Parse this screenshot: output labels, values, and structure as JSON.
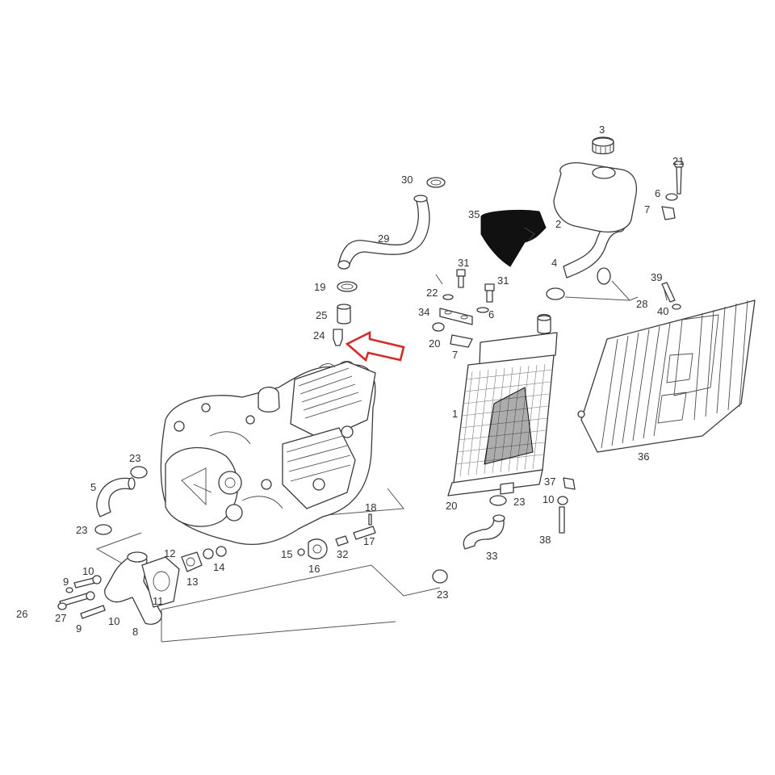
{
  "colors": {
    "line": "#3a3a3a",
    "highlight_arrow": "#d42a2a",
    "background": "#ffffff"
  },
  "callouts": [
    {
      "id": "c3",
      "text": "3"
    },
    {
      "id": "c21",
      "text": "21"
    },
    {
      "id": "c30",
      "text": "30"
    },
    {
      "id": "c6a",
      "text": "6"
    },
    {
      "id": "c7a",
      "text": "7"
    },
    {
      "id": "c35",
      "text": "35"
    },
    {
      "id": "c2",
      "text": "2"
    },
    {
      "id": "c29",
      "text": "29"
    },
    {
      "id": "c31a",
      "text": "31"
    },
    {
      "id": "c31b",
      "text": "31"
    },
    {
      "id": "c4",
      "text": "4"
    },
    {
      "id": "c39",
      "text": "39"
    },
    {
      "id": "c19",
      "text": "19"
    },
    {
      "id": "c22",
      "text": "22"
    },
    {
      "id": "c28",
      "text": "28"
    },
    {
      "id": "c34",
      "text": "34"
    },
    {
      "id": "c6b",
      "text": "6"
    },
    {
      "id": "c40",
      "text": "40"
    },
    {
      "id": "c25",
      "text": "25"
    },
    {
      "id": "c24",
      "text": "24"
    },
    {
      "id": "c20a",
      "text": "20"
    },
    {
      "id": "c7b",
      "text": "7"
    },
    {
      "id": "c1",
      "text": "1"
    },
    {
      "id": "c36",
      "text": "36"
    },
    {
      "id": "c23a",
      "text": "23"
    },
    {
      "id": "c5",
      "text": "5"
    },
    {
      "id": "c37",
      "text": "37"
    },
    {
      "id": "c18",
      "text": "18"
    },
    {
      "id": "c20b",
      "text": "20"
    },
    {
      "id": "c23b",
      "text": "23"
    },
    {
      "id": "c10a",
      "text": "10"
    },
    {
      "id": "c23c",
      "text": "23"
    },
    {
      "id": "c17",
      "text": "17"
    },
    {
      "id": "c38",
      "text": "38"
    },
    {
      "id": "c12",
      "text": "12"
    },
    {
      "id": "c15",
      "text": "15"
    },
    {
      "id": "c32",
      "text": "32"
    },
    {
      "id": "c33",
      "text": "33"
    },
    {
      "id": "c14",
      "text": "14"
    },
    {
      "id": "c16",
      "text": "16"
    },
    {
      "id": "c13",
      "text": "13"
    },
    {
      "id": "c10b",
      "text": "10"
    },
    {
      "id": "c9a",
      "text": "9"
    },
    {
      "id": "c11",
      "text": "11"
    },
    {
      "id": "c23d",
      "text": "23"
    },
    {
      "id": "c26",
      "text": "26"
    },
    {
      "id": "c27",
      "text": "27"
    },
    {
      "id": "c10c",
      "text": "10"
    },
    {
      "id": "c9b",
      "text": "9"
    },
    {
      "id": "c8",
      "text": "8"
    }
  ]
}
